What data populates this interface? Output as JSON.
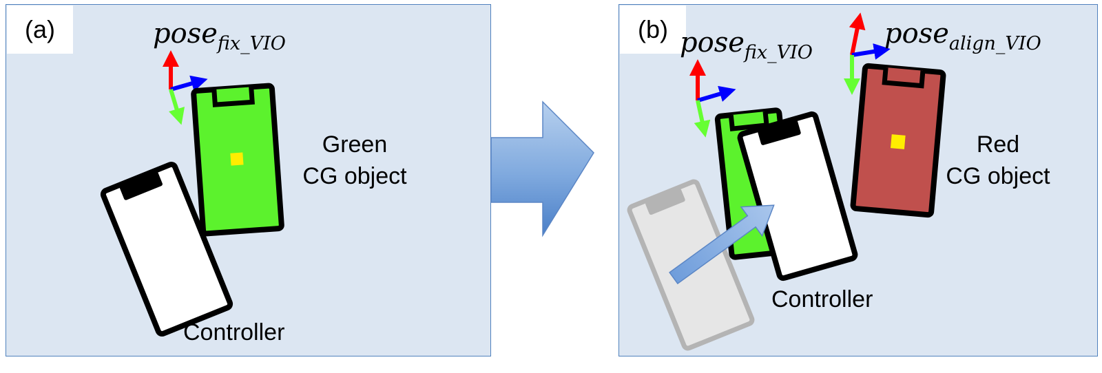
{
  "panel_a": {
    "label": "(a)",
    "pose": {
      "base": "pose",
      "sub": "fix_VIO"
    },
    "object_label_line1": "Green",
    "object_label_line2": "CG object",
    "controller_label": "Controller"
  },
  "panel_b": {
    "label": "(b)",
    "pose_fix": {
      "base": "pose",
      "sub": "fix_VIO"
    },
    "pose_align": {
      "base": "pose",
      "sub": "align_VIO"
    },
    "object_label_line1": "Red",
    "object_label_line2": "CG object",
    "controller_label": "Controller"
  },
  "colors": {
    "panel_bg": "#dce6f2",
    "panel_border": "#4f81bd",
    "green_object": "#5cf22d",
    "red_object": "#c0504d",
    "marker": "#ffed00",
    "axis_up": "#ff0000",
    "axis_right": "#0000ff",
    "axis_down": "#66ff33",
    "arrow": "#8db4e2"
  }
}
